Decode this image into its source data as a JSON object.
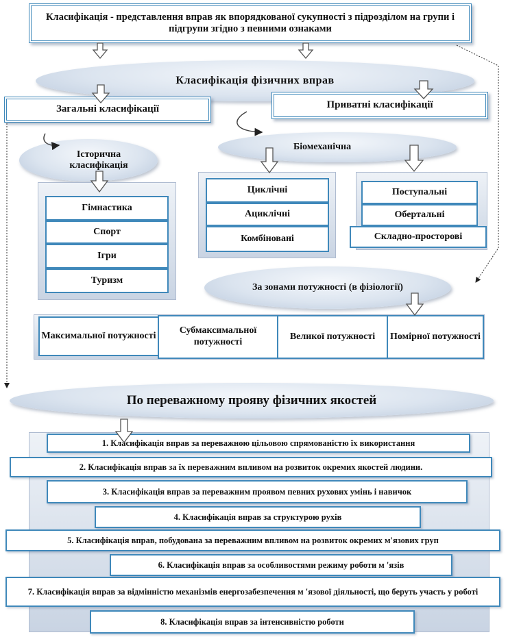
{
  "top_definition": "Класифікація - представлення вправ як впорядкованої сукупності з підрозділом на групи і підгрупи згідно з певними ознаками",
  "main_title": "Класифікація фізичних вправ",
  "general": {
    "label": "Загальні класифікації",
    "historical": {
      "label": "Історична класифікація",
      "items": [
        "Гімнастика",
        "Спорт",
        "Ігри",
        "Туризм"
      ]
    }
  },
  "private": {
    "label": "Приватні класифікації",
    "biomechanical": {
      "label": "Біомеханічна",
      "group1": [
        "Циклічні",
        "Ациклічні",
        "Комбіновані"
      ],
      "group2": [
        "Поступальні",
        "Обертальні",
        "Складно-просторові"
      ]
    },
    "power_zones": {
      "label": "За зонами потужності (в фізіології)",
      "items": [
        "Максимальної потужності",
        "Субмаксимальної потужності",
        "Великої потужності",
        "Помірної потужності"
      ]
    }
  },
  "qualities": {
    "title": "По переважному прояву фізичних якостей",
    "items": [
      "1. Класифікація  вправ за переважною цільовою спрямованістю їх використання",
      "2. Класифікація  вправ за їх переважним впливом на розвиток окремих якостей людини.",
      "3. Класифікація  вправ за переважним  проявом певних рухових умінь і навичок",
      "4. Класифікація  вправ за структурою рухів",
      "5. Класифікація  вправ, побудована за переважним впливом на розвиток окремих м'язових груп",
      "6. Класифікація  вправ за особливостями режиму роботи м 'язів",
      "7. Класифікація  вправ за відмінністю  механізмів  енергозабезпечення м 'язової діяльності, що беруть участь у роботі",
      "8. Класифікація  вправ за інтенсивністю  роботи"
    ]
  }
}
